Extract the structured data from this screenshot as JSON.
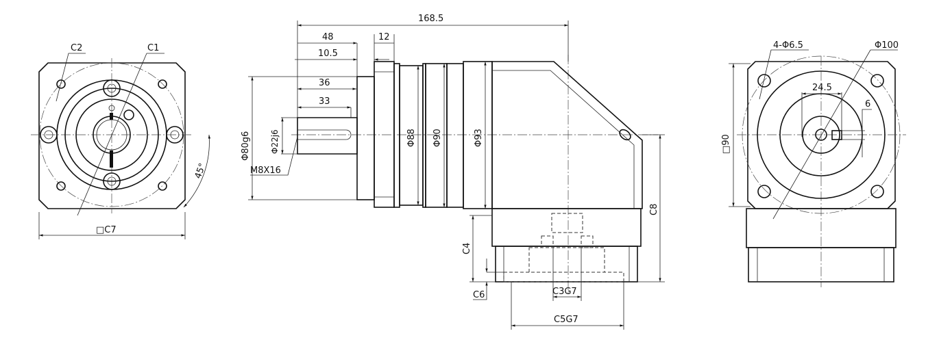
{
  "left_view": {
    "c1": "C1",
    "c2": "C2",
    "c7": "□C7",
    "angle": "45°"
  },
  "side_view": {
    "overall_length": "168.5",
    "d48": "48",
    "d12": "12",
    "d10_5": "10.5",
    "d36": "36",
    "d33": "33",
    "dia80": "Φ80g6",
    "dia22": "Φ22j6",
    "thread": "M8X16",
    "dia88": "Φ88",
    "dia90": "Φ90",
    "dia93": "Φ93",
    "c8": "C8",
    "c4": "C4",
    "c6": "C6",
    "c3": "C3G7",
    "c5": "C5G7"
  },
  "right_view": {
    "holes": "4-Φ6.5",
    "dia100": "Φ100",
    "d24_5": "24.5",
    "d6": "6",
    "sq90": "□90"
  }
}
